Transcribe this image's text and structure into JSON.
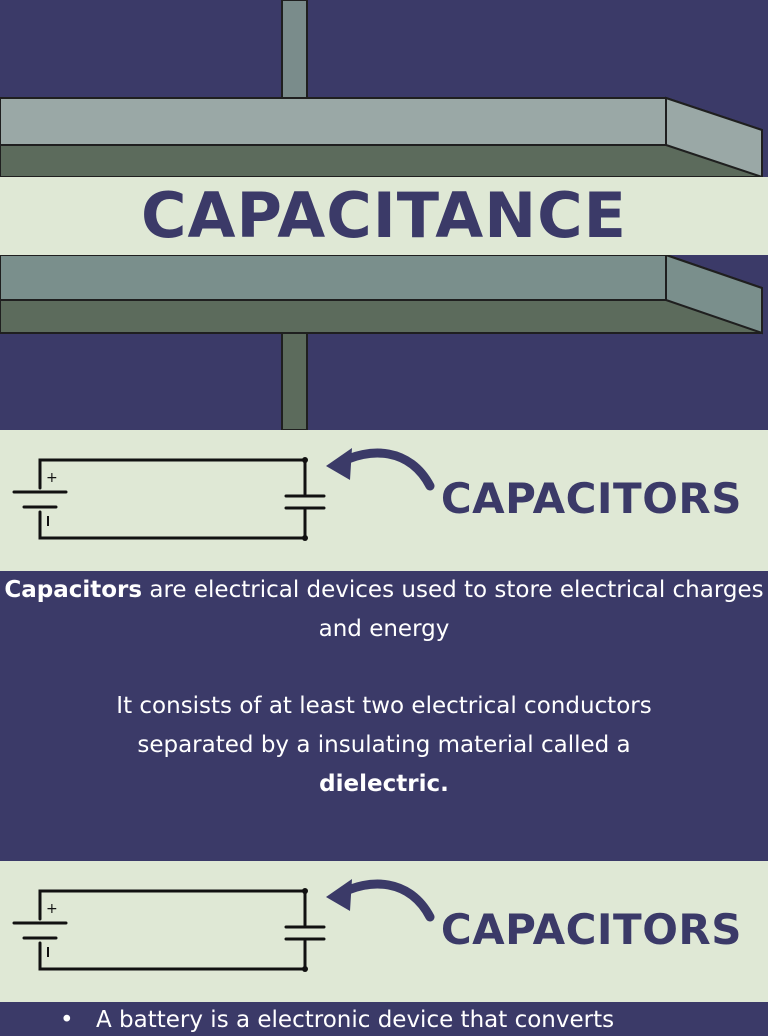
{
  "title": "CAPACITANCE",
  "section1": {
    "heading": "CAPACITORS",
    "para1_bold": "Capacitors",
    "para1_rest": " are electrical devices used to store electrical charges and energy",
    "para2_text": "It consists of at least two electrical conductors separated by a insulating material called a",
    "para2_bold": "dielectric."
  },
  "section2": {
    "heading": "CAPACITORS",
    "bullet_text": "A battery is a electronic device that converts"
  },
  "colors": {
    "background": "#3b3a68",
    "band": "#dfe8d5",
    "plate_top": "#9aa8a6",
    "plate_side": "#5c6b5c",
    "lead": "#7a8c8b"
  }
}
